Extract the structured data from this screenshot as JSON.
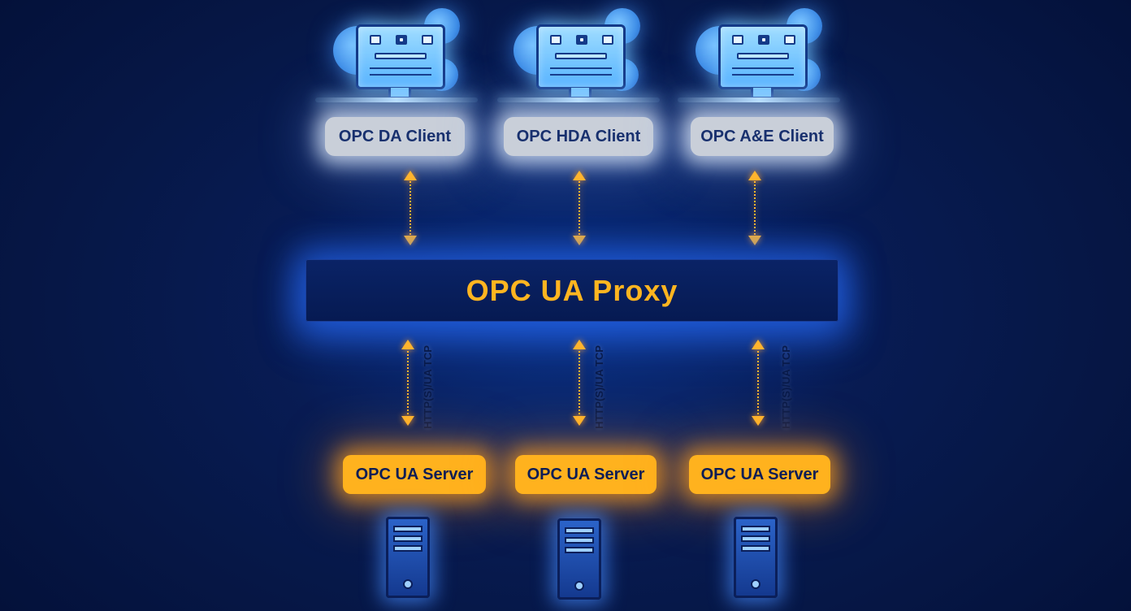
{
  "clients": [
    {
      "label": "OPC DA Client"
    },
    {
      "label": "OPC HDA Client"
    },
    {
      "label": "OPC A&E Client"
    }
  ],
  "proxy": {
    "label": "OPC UA Proxy"
  },
  "links": [
    {
      "protocol": "HTTP(S)/UA TCP"
    },
    {
      "protocol": "HTTP(S)/UA TCP"
    },
    {
      "protocol": "HTTP(S)/UA TCP"
    }
  ],
  "servers": [
    {
      "label": "OPC UA Server"
    },
    {
      "label": "OPC UA Server"
    },
    {
      "label": "OPC UA Server"
    }
  ],
  "colors": {
    "background": "#06184a",
    "accent": "#ffb21e",
    "client_label": "#c9cfd9",
    "monitor": "#58b6ff"
  },
  "icons": {
    "client": "monitor-icon",
    "server": "server-tower-icon"
  }
}
